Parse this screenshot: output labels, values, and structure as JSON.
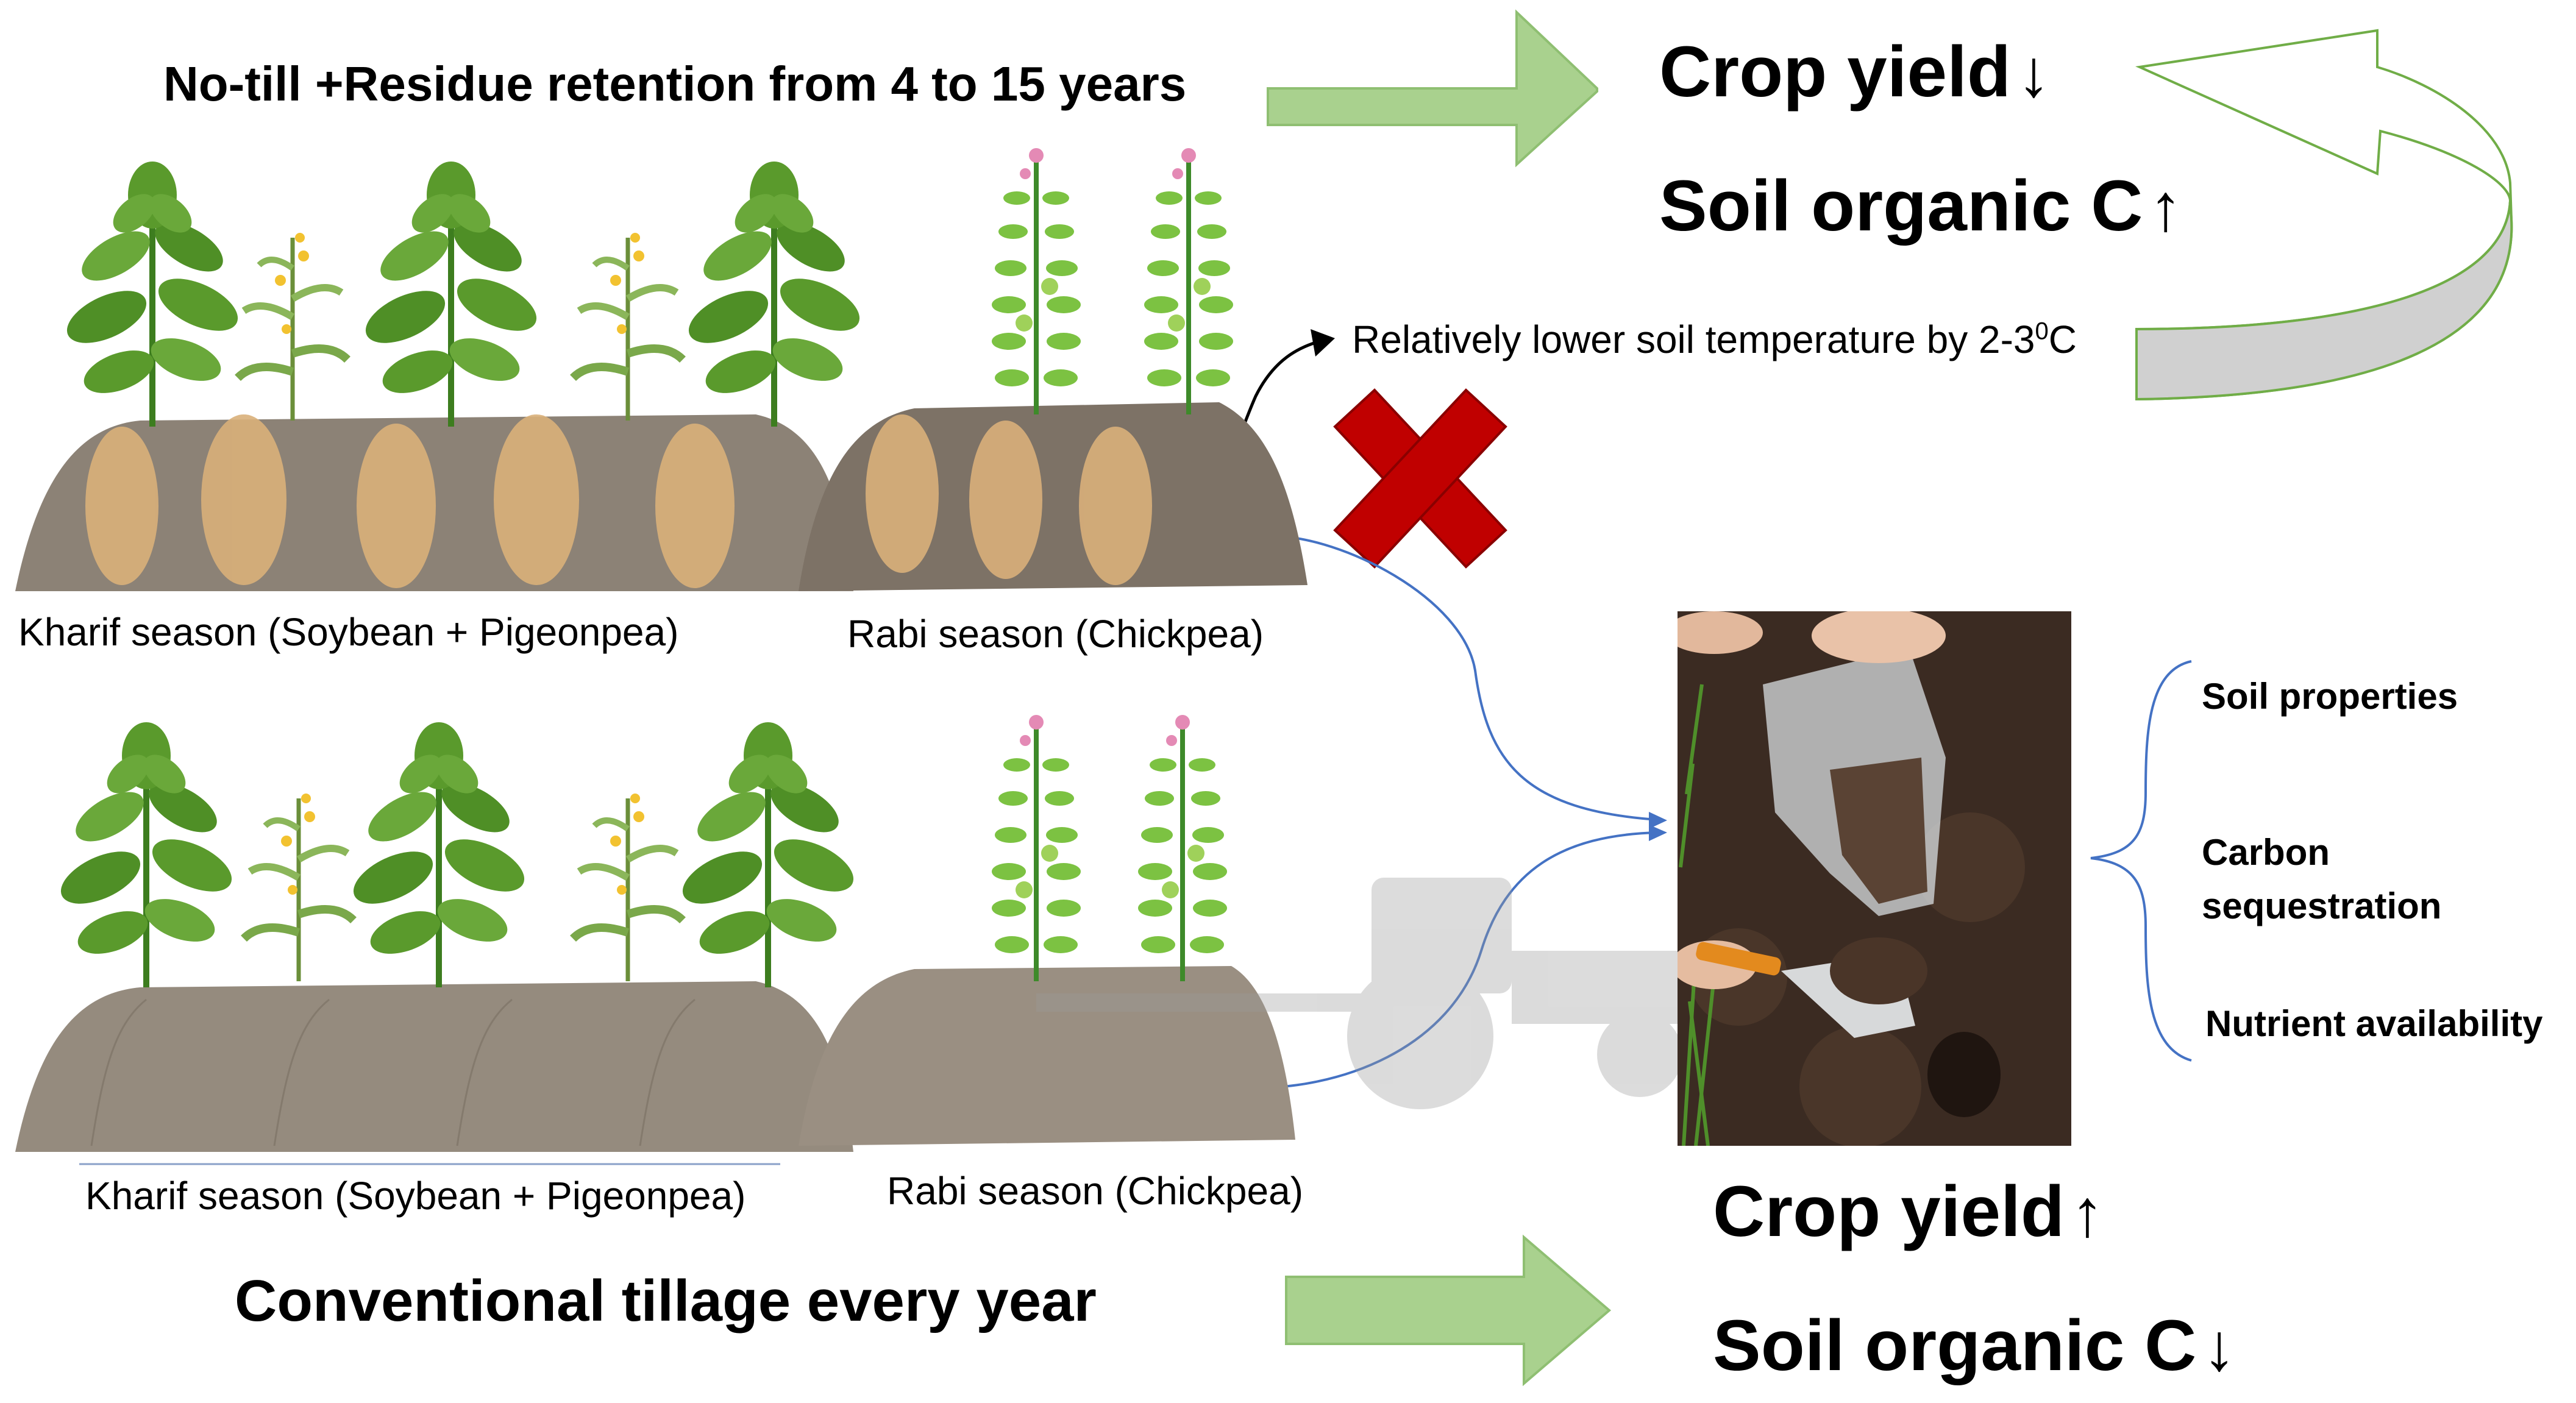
{
  "headings": {
    "top": "No-till +Residue retention from 4 to 15 years",
    "bottom": "Conventional tillage every year"
  },
  "no_till_outcomes": {
    "crop_yield": {
      "label": "Crop yield",
      "arrow": "↓"
    },
    "soil_organic_c": {
      "label": "Soil organic C",
      "arrow": "↑"
    }
  },
  "conventional_outcomes": {
    "crop_yield": {
      "label": "Crop yield",
      "arrow": "↑"
    },
    "soil_organic_c": {
      "label": "Soil organic C",
      "arrow": "↓"
    }
  },
  "temperature_note": {
    "text": "Relatively lower soil temperature by 2-3",
    "superscript": "0",
    "unit": "C"
  },
  "season_labels": {
    "top_kharif": "Kharif season (Soybean + Pigeonpea)",
    "top_rabi": "Rabi season (Chickpea)",
    "bottom_kharif": "Kharif season (Soybean + Pigeonpea)",
    "bottom_rabi": "Rabi season (Chickpea)"
  },
  "soil_assessment": {
    "properties": "Soil properties",
    "carbon": "Carbon sequestration",
    "nutrients": "Nutrient availability"
  },
  "colors": {
    "arrow_green": "#a9d18e",
    "cross_red": "#c00000",
    "connector_blue": "#4472c4",
    "soil_grey": "#8c8276",
    "residue_tan": "#d9b07a",
    "leaf_green": "#5a9a2c",
    "chickpea_green": "#7cc242"
  }
}
